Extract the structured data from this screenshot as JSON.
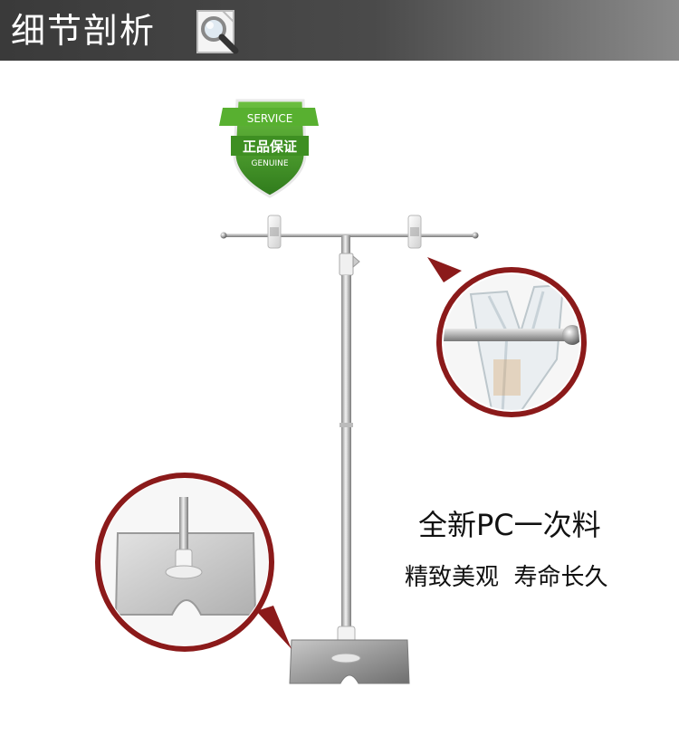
{
  "header": {
    "title": "细节剖析",
    "icon": "magnifier-icon"
  },
  "badge": {
    "top_text": "SERVICE",
    "middle_text": "正品保证",
    "bottom_text": "GENUINE",
    "color": "#4a9a2a"
  },
  "captions": {
    "material": "全新PC一次料",
    "features": "精致美观  寿命长久"
  },
  "colors": {
    "header_bg": "#3a3a3a",
    "callout_ring": "#8b1a1a",
    "badge_green": "#4a9a2a"
  }
}
